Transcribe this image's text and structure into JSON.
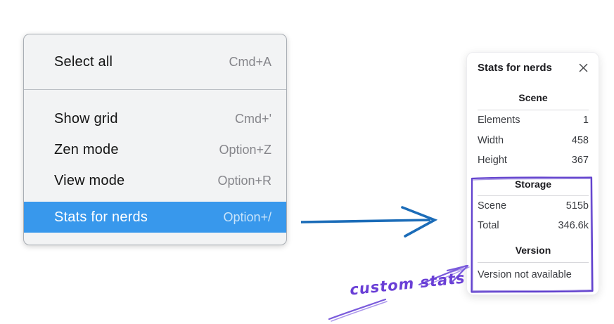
{
  "context_menu": {
    "items": [
      {
        "label": "Select all",
        "shortcut": "Cmd+A",
        "selected": false
      },
      {
        "label": "Show grid",
        "shortcut": "Cmd+'",
        "selected": false
      },
      {
        "label": "Zen mode",
        "shortcut": "Option+Z",
        "selected": false
      },
      {
        "label": "View mode",
        "shortcut": "Option+R",
        "selected": false
      },
      {
        "label": "Stats for nerds",
        "shortcut": "Option+/",
        "selected": true
      }
    ]
  },
  "stats_panel": {
    "title": "Stats for nerds",
    "sections": [
      {
        "header": "Scene",
        "rows": [
          {
            "label": "Elements",
            "value": "1"
          },
          {
            "label": "Width",
            "value": "458"
          },
          {
            "label": "Height",
            "value": "367"
          }
        ]
      },
      {
        "header": "Storage",
        "rows": [
          {
            "label": "Scene",
            "value": "515b"
          },
          {
            "label": "Total",
            "value": "346.6k"
          }
        ]
      },
      {
        "header": "Version",
        "note": "Version not available"
      }
    ]
  },
  "annotation": {
    "label": "custom stats"
  },
  "icons": {
    "close": "✕"
  },
  "colors": {
    "menu_highlight_blue": "#3898ec",
    "flow_arrow_blue": "#1b6cb8",
    "annotation_purple": "#6a3fd6",
    "menu_background": "#f2f3f4",
    "panel_background": "#ffffff"
  }
}
